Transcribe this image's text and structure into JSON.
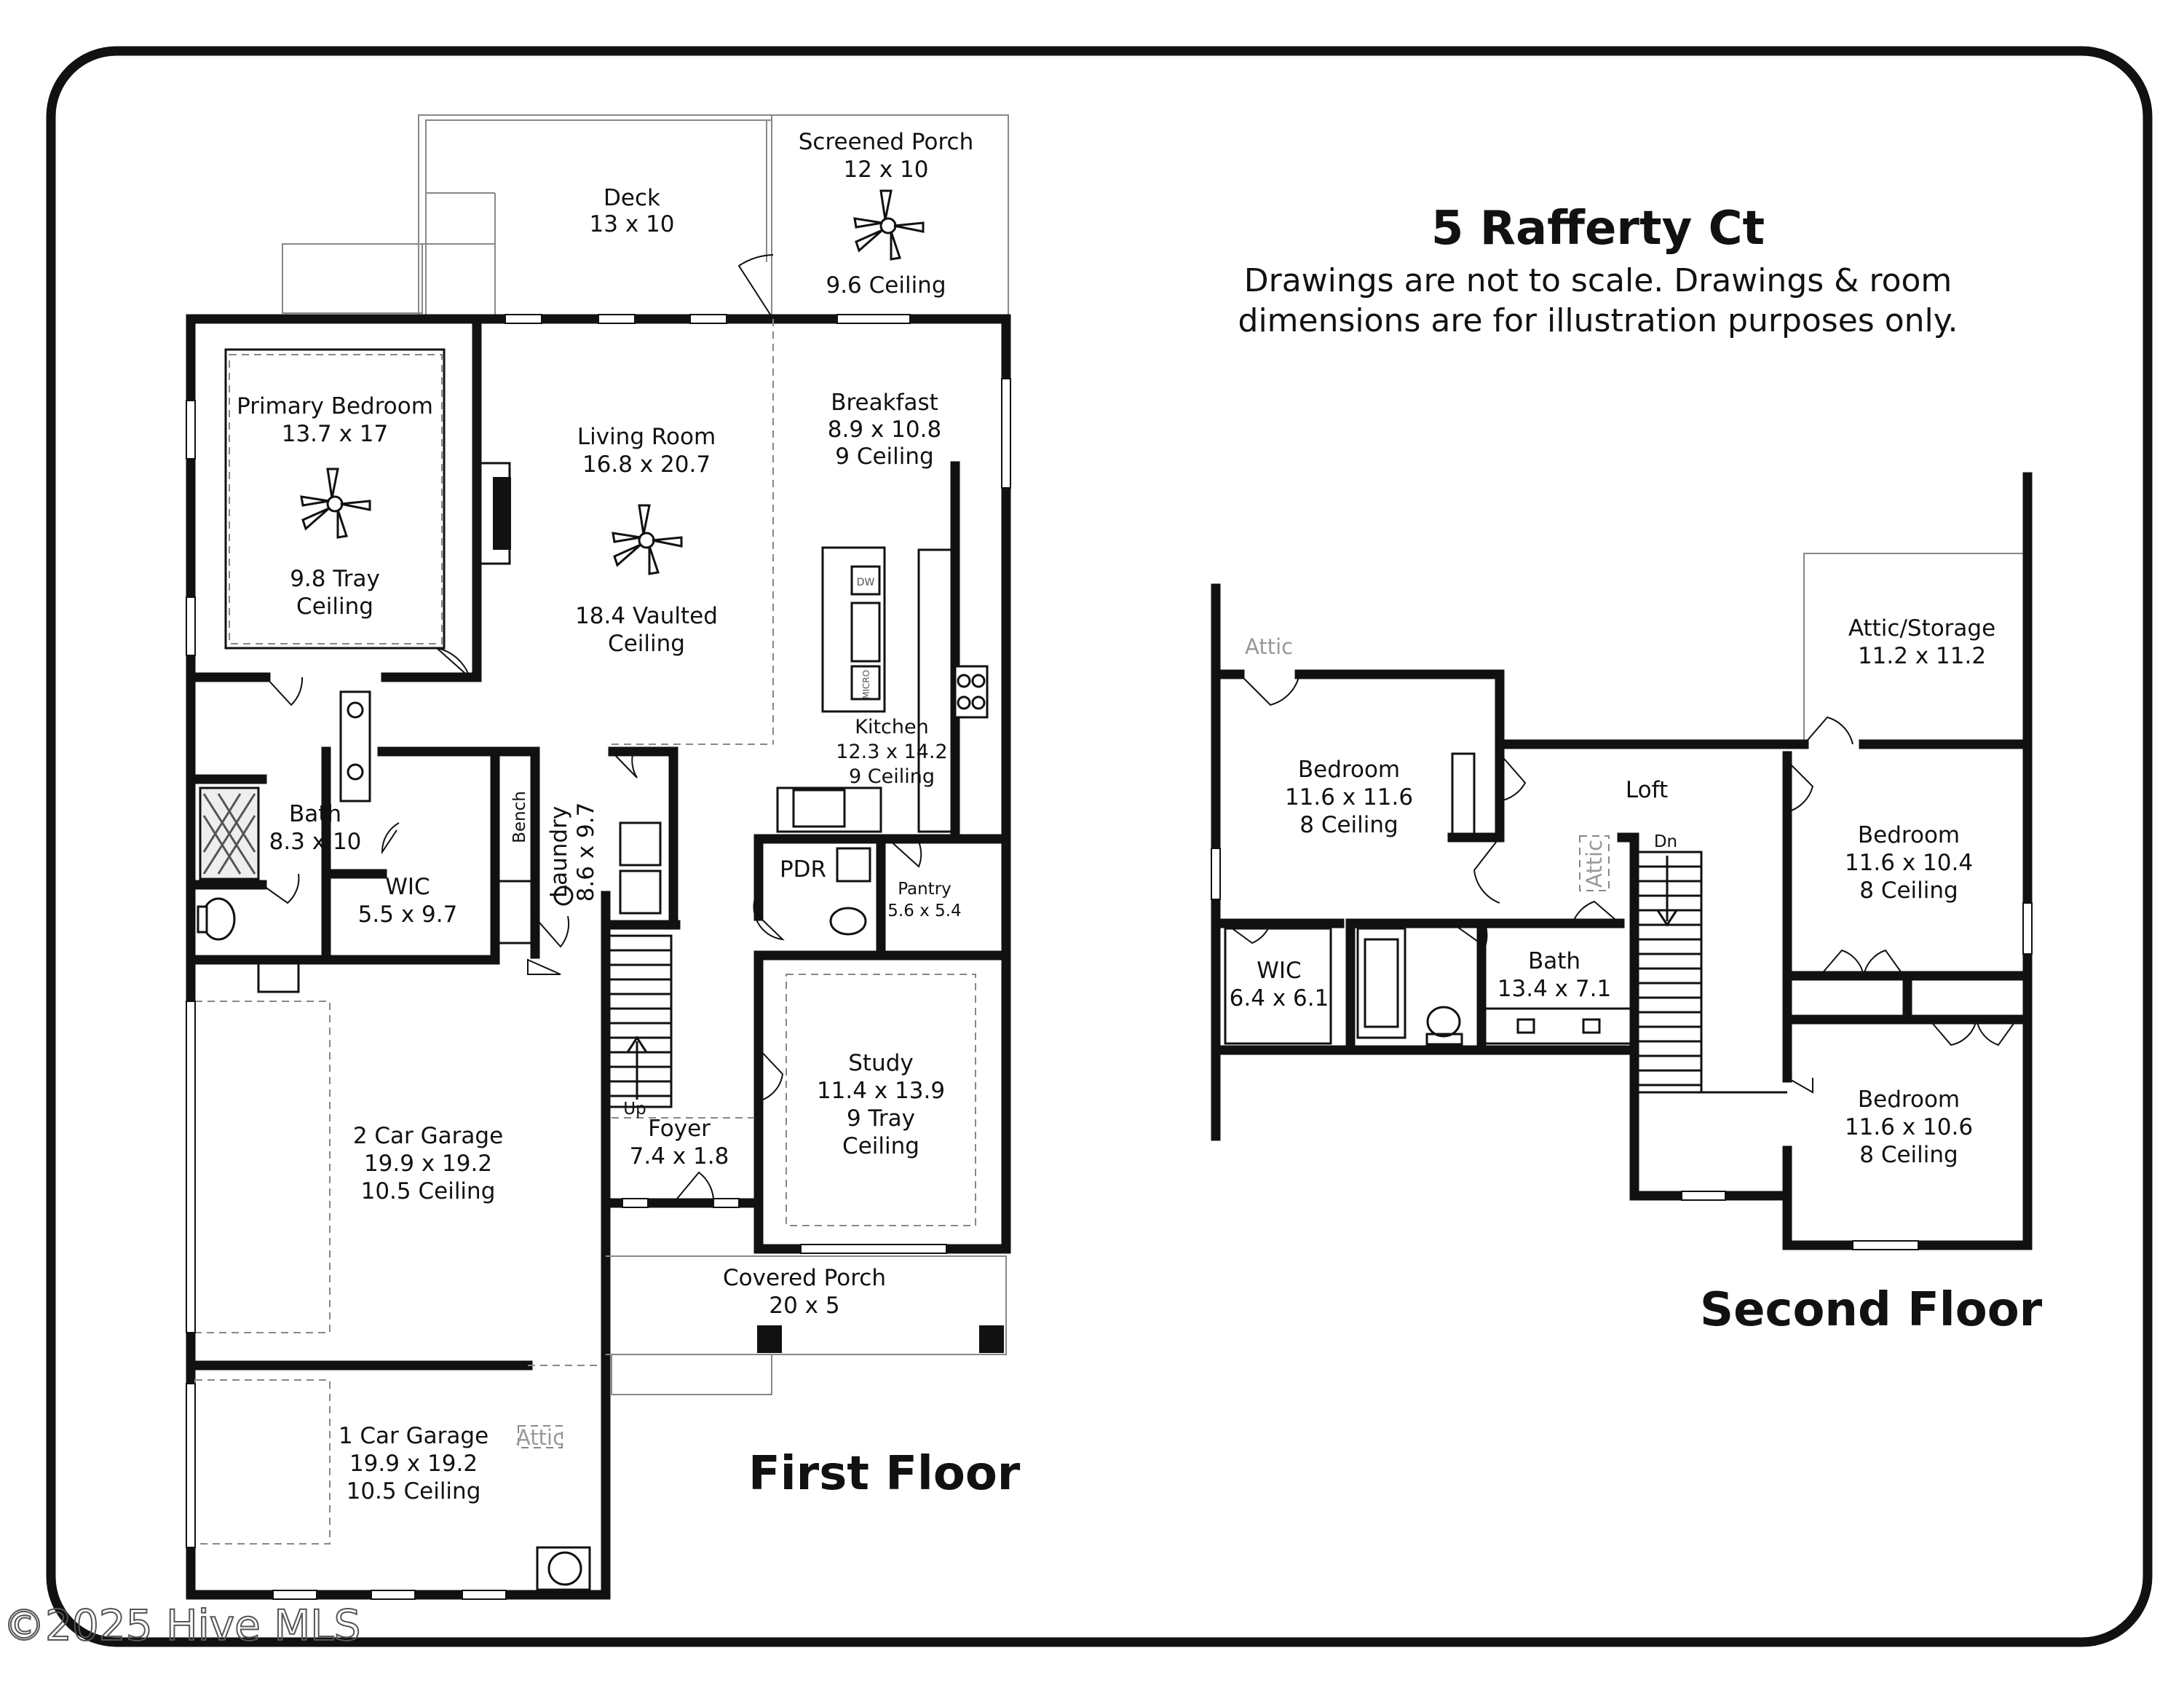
{
  "title": "5 Rafferty Ct",
  "disclaimer_line1": "Drawings are not to scale. Drawings & room",
  "disclaimer_line2": "dimensions are for illustration purposes only.",
  "watermark": "©2025 Hive MLS",
  "first_floor": {
    "label": "First Floor",
    "rooms": {
      "deck": {
        "name": "Deck",
        "dims": "13 x 10"
      },
      "screened_porch": {
        "name": "Screened Porch",
        "dims": "12 x 10",
        "ceiling": "9.6 Ceiling"
      },
      "primary_bedroom": {
        "name": "Primary Bedroom",
        "dims": "13.7 x 17",
        "ceiling1": "9.8 Tray",
        "ceiling2": "Ceiling"
      },
      "living_room": {
        "name": "Living Room",
        "dims": "16.8 x 20.7",
        "ceiling1": "18.4 Vaulted",
        "ceiling2": "Ceiling"
      },
      "breakfast": {
        "name": "Breakfast",
        "dims": "8.9 x 10.8",
        "ceiling": "9 Ceiling"
      },
      "kitchen": {
        "name": "Kitchen",
        "dims": "12.3 x 14.2",
        "ceiling": "9 Ceiling"
      },
      "bath": {
        "name": "Bath",
        "dims": "8.3 x 10"
      },
      "wic": {
        "name": "WIC",
        "dims": "5.5 x 9.7"
      },
      "bench": {
        "name": "Bench"
      },
      "laundry": {
        "name": "Laundry",
        "dims": "8.6 x 9.7"
      },
      "pdr": {
        "name": "PDR"
      },
      "pantry": {
        "name": "Pantry",
        "dims": "5.6 x 5.4"
      },
      "study": {
        "name": "Study",
        "dims": "11.4 x 13.9",
        "ceiling1": "9 Tray",
        "ceiling2": "Ceiling"
      },
      "garage2": {
        "name": "2 Car Garage",
        "dims": "19.9 x 19.2",
        "ceiling": "10.5 Ceiling"
      },
      "foyer": {
        "name": "Foyer",
        "dims": "7.4 x 1.8"
      },
      "stairs_up": {
        "name": "Up"
      },
      "covered_porch": {
        "name": "Covered Porch",
        "dims": "20 x 5"
      },
      "garage1": {
        "name": "1 Car Garage",
        "dims": "19.9 x 19.2",
        "ceiling": "10.5 Ceiling"
      },
      "attic": {
        "name": "Attic"
      }
    },
    "fixtures": {
      "dw": "DW",
      "micro": "MICRO"
    }
  },
  "second_floor": {
    "label": "Second Floor",
    "rooms": {
      "attic_left": {
        "name": "Attic"
      },
      "attic_storage": {
        "name": "Attic/Storage",
        "dims": "11.2 x 11.2"
      },
      "bedroom_a": {
        "name": "Bedroom",
        "dims": "11.6 x 11.6",
        "ceiling": "8 Ceiling"
      },
      "loft": {
        "name": "Loft"
      },
      "attic_loft": {
        "name": "Attic"
      },
      "stairs_down": {
        "name": "Dn"
      },
      "bedroom_b": {
        "name": "Bedroom",
        "dims": "11.6 x 10.4",
        "ceiling": "8 Ceiling"
      },
      "wic": {
        "name": "WIC",
        "dims": "6.4 x 6.1"
      },
      "bath": {
        "name": "Bath",
        "dims": "13.4 x 7.1"
      },
      "bedroom_c": {
        "name": "Bedroom",
        "dims": "11.6 x 10.6",
        "ceiling": "8 Ceiling"
      }
    }
  }
}
